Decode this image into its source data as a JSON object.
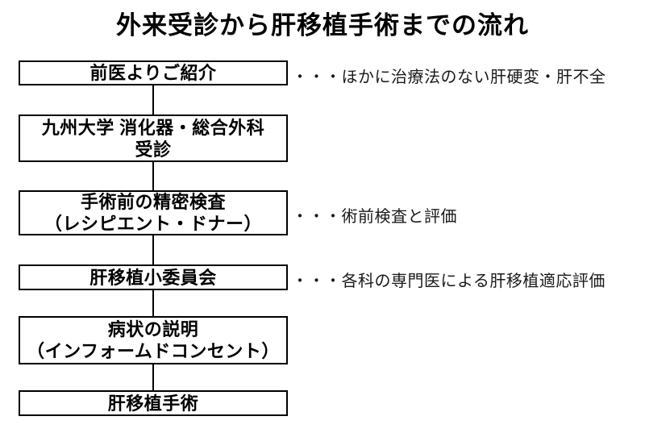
{
  "title": "外来受診から肝移植手術までの流れ",
  "colors": {
    "background": "#ffffff",
    "box_border": "#000000",
    "box_text": "#000000",
    "annotation_text": "#1a1a1a",
    "connector_line": "#000000"
  },
  "flow": {
    "steps": [
      {
        "lines": [
          "前医よりご紹介"
        ],
        "annotation": "・・・ほかに治療法のない肝硬変・肝不全"
      },
      {
        "lines": [
          "九州大学 消化器・総合外科",
          "受診"
        ]
      },
      {
        "lines": [
          "手術前の精密検査",
          "（レシピエント・ドナー）"
        ],
        "annotation": "・・・術前検査と評価"
      },
      {
        "lines": [
          "肝移植小委員会"
        ],
        "annotation": "・・・各科の専門医による肝移植適応評価"
      },
      {
        "lines": [
          "病状の説明",
          "（インフォームドコンセント）"
        ]
      },
      {
        "lines": [
          "肝移植手術"
        ]
      }
    ]
  }
}
